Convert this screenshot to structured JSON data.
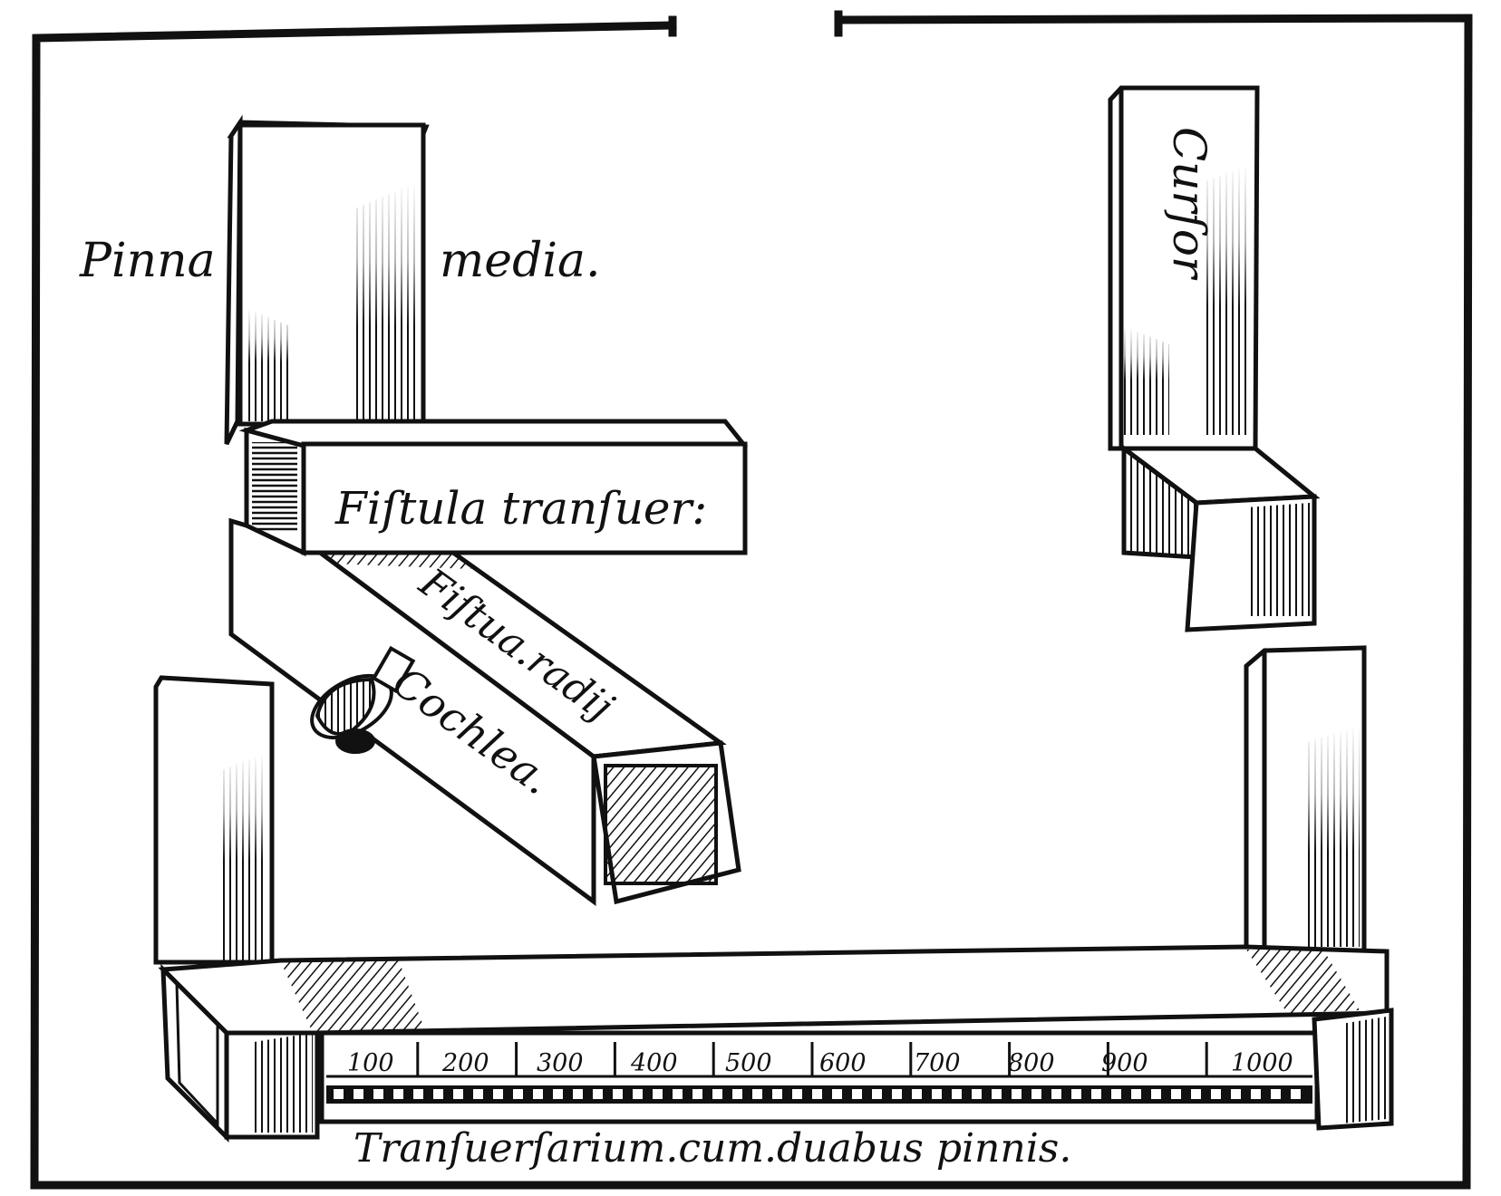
{
  "labels": {
    "pinna": "Pinna",
    "media": "media.",
    "cursor": "Curſor",
    "fistula_transuer": "Fiſtula tranſuer:",
    "fistula_radij": "Fiſtua.radij",
    "cochlea": "Cochlea.",
    "caption": "Tranſuerſarium.cum.duabus pinnis."
  },
  "scale_labels": [
    "100",
    "200",
    "300",
    "400",
    "500",
    "600",
    "700",
    "800",
    "900",
    "1000"
  ],
  "colors": {
    "ink": "#111111",
    "paper": "#ffffff"
  }
}
